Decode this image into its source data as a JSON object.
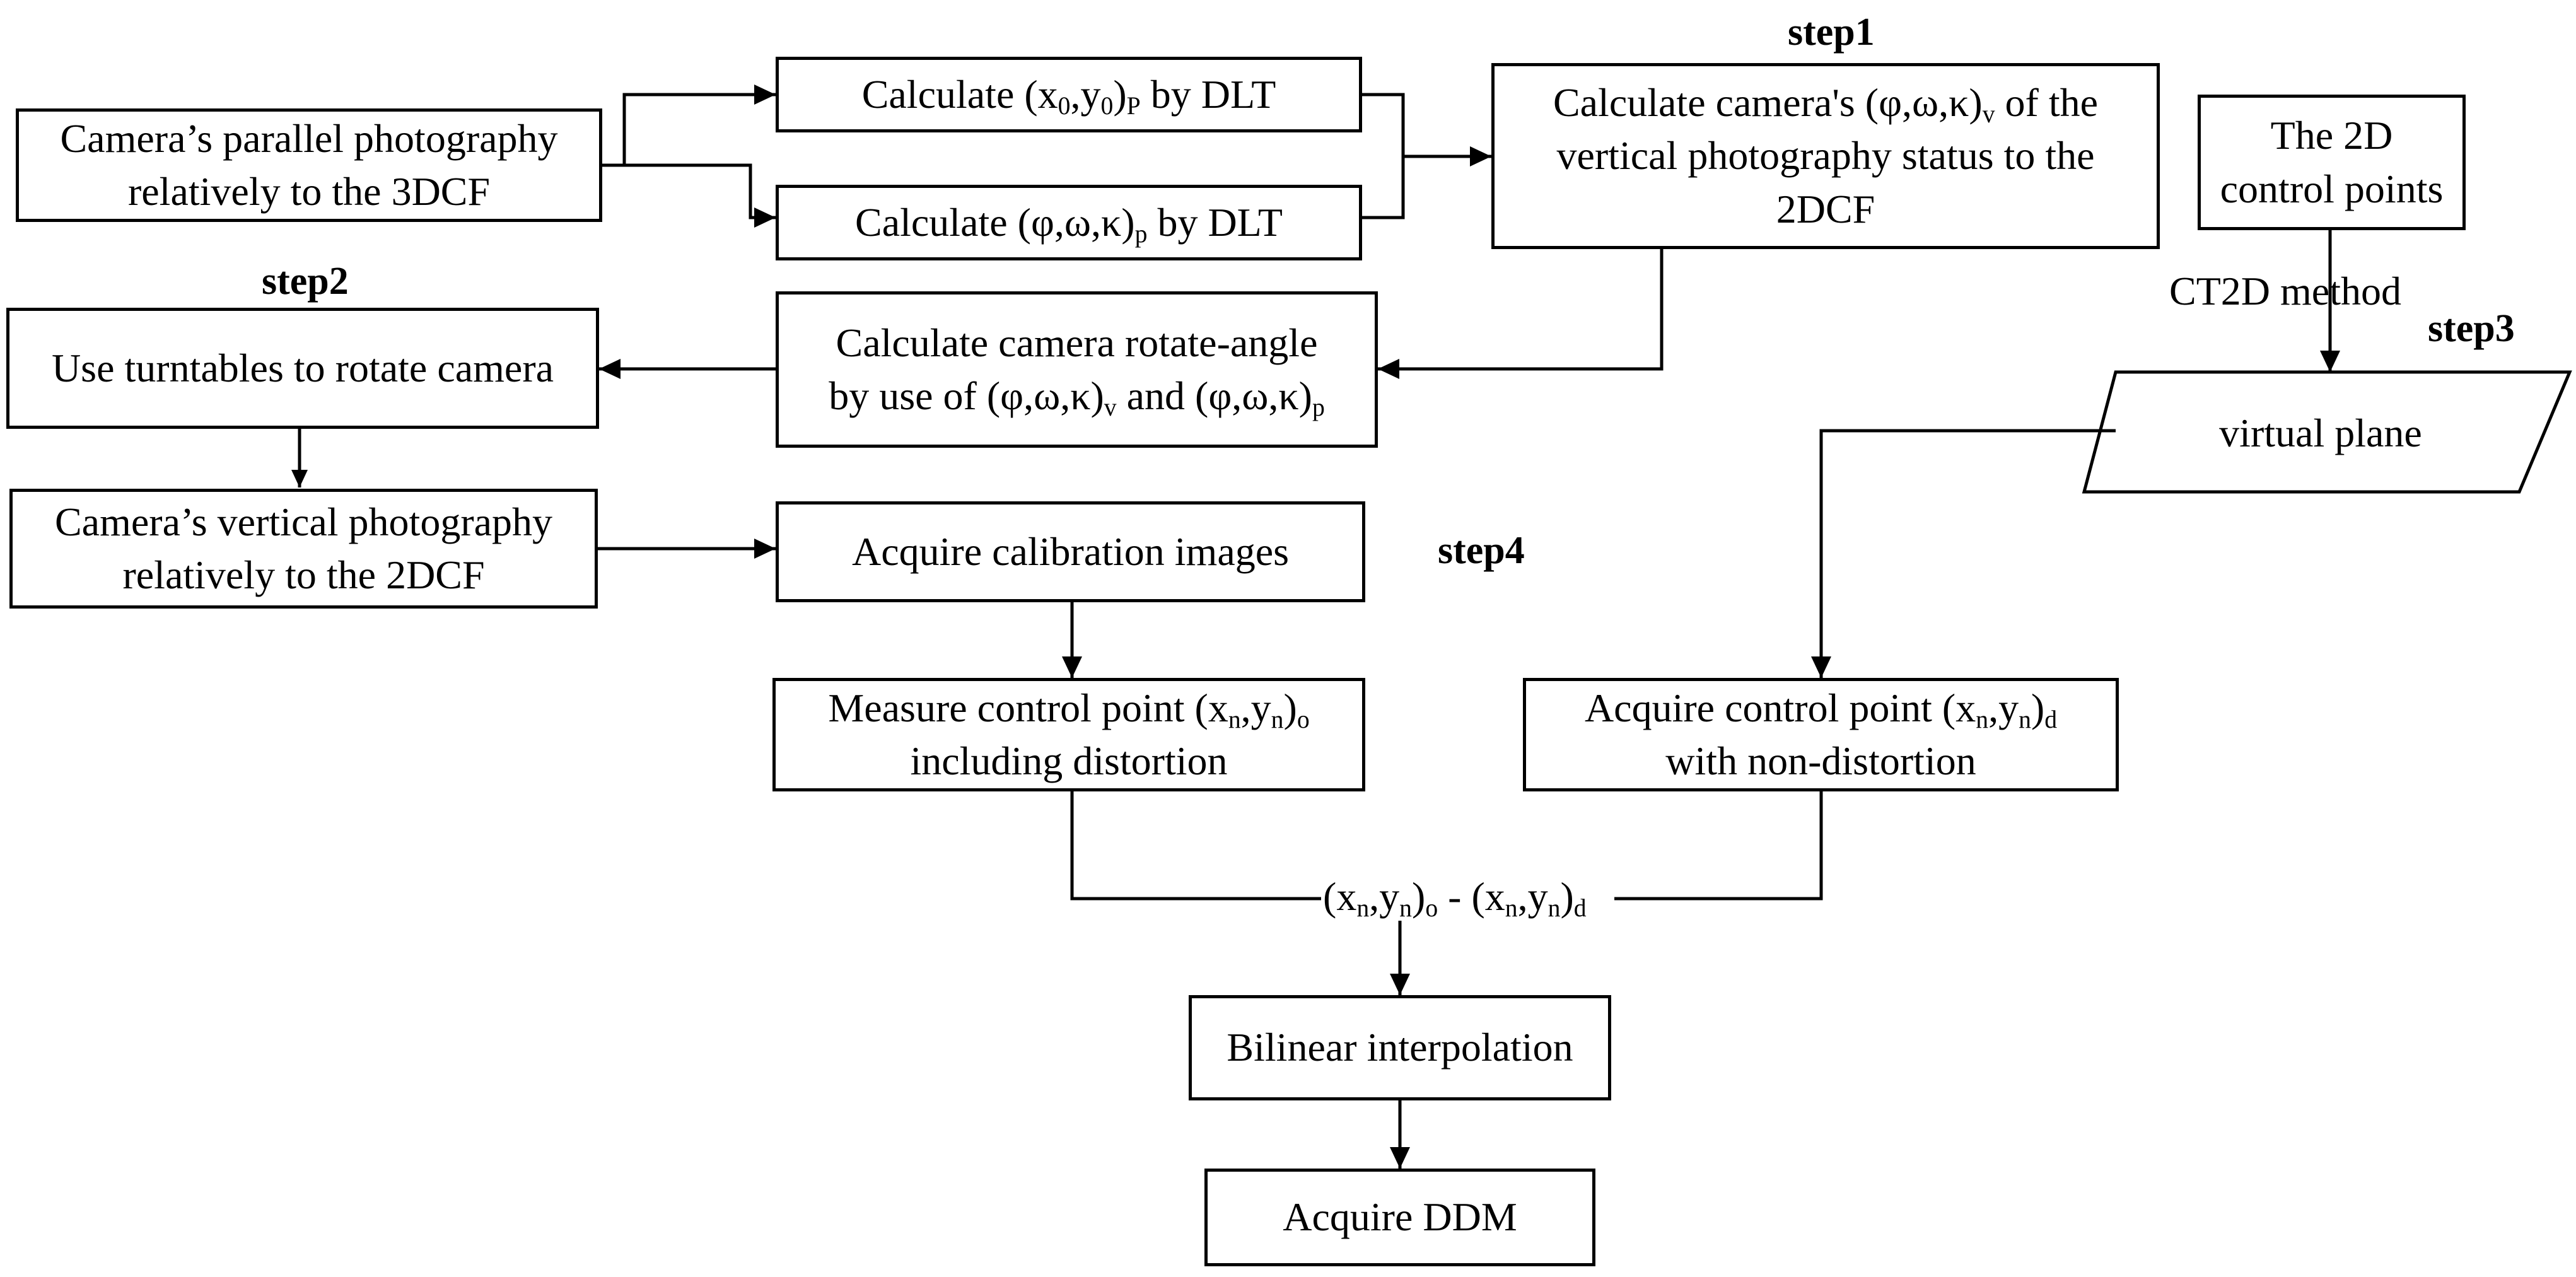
{
  "boxes": {
    "parallel_3dcf": {
      "line1": "Camera’s parallel photography",
      "line2": "relatively to the 3DCF"
    },
    "calc_xy0": {
      "pre": "Calculate (x",
      "s1": "0",
      "mid": ",y",
      "s2": "0",
      "close": ")",
      "s3": "P",
      "post": " by DLT"
    },
    "calc_angles_p": {
      "pre": "Calculate (φ,ω,κ)",
      "s1": "p",
      "post": " by DLT"
    },
    "calc_vertical": {
      "line1_pre": "Calculate camera's (φ,ω,κ)",
      "line1_sub": "v",
      "line1_post": "  of the",
      "line2": "vertical photography status to the",
      "line3": "2DCF"
    },
    "control_2d": {
      "line1": "The 2D",
      "line2": "control points"
    },
    "turntables": {
      "text": "Use turntables to rotate camera"
    },
    "rotate_angle": {
      "line1": "Calculate camera rotate-angle",
      "line2_pre": "by use of (φ,ω,κ)",
      "line2_sub1": "v",
      "line2_mid": " and (φ,ω,κ)",
      "line2_sub2": "p"
    },
    "virtual_plane": {
      "text": "virtual plane"
    },
    "vertical_2dcf": {
      "line1": "Camera’s vertical photography",
      "line2": "relatively to the 2DCF"
    },
    "acquire_images": {
      "text": "Acquire calibration images"
    },
    "measure_cp": {
      "line1_pre": "Measure control point (x",
      "s1": "n",
      "mid": ",y",
      "s2": "n",
      "close": ")",
      "s3": "o",
      "line2": "including distortion"
    },
    "acquire_cp": {
      "line1_pre": "Acquire control point (x",
      "s1": "n",
      "mid": ",y",
      "s2": "n",
      "close": ")",
      "s3": "d",
      "line2": "with non-distortion"
    },
    "bilinear": {
      "text": "Bilinear interpolation"
    },
    "ddm": {
      "text": "Acquire DDM"
    }
  },
  "labels": {
    "step1": "step1",
    "step2": "step2",
    "step3": "step3",
    "step4": "step4",
    "ct2d": "CT2D method",
    "difference": {
      "a": "(x",
      "a1": "n",
      "a2": ",y",
      "a3": "n",
      "a4": ")",
      "a5": "o",
      "minus": " - ",
      "b": "(x",
      "b1": "n",
      "b2": ",y",
      "b3": "n",
      "b4": ")",
      "b5": "d"
    }
  },
  "colors": {
    "stroke": "#000000",
    "background": "#ffffff"
  }
}
